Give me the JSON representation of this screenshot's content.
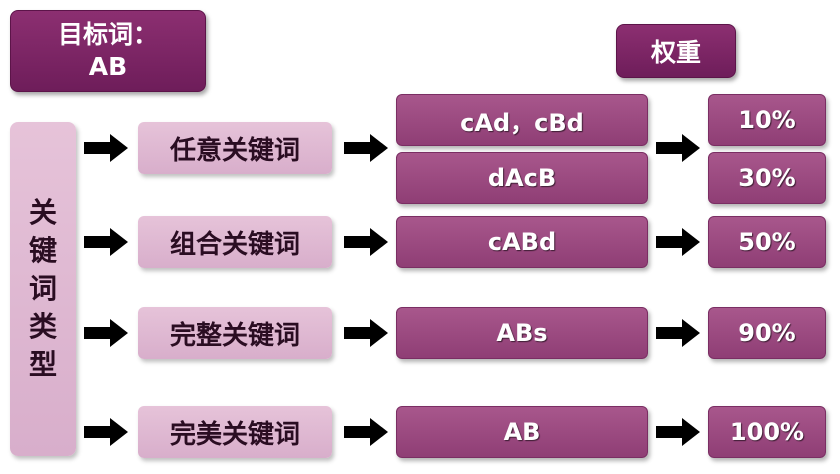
{
  "target": {
    "label": "目标词：",
    "value": "AB"
  },
  "weight_header": "权重",
  "category_label": [
    "关",
    "键",
    "词",
    "类",
    "型"
  ],
  "rows": [
    {
      "type": "任意关键词",
      "examples": [
        "cAd，cBd",
        "dAcB"
      ],
      "weights": [
        "10%",
        "30%"
      ]
    },
    {
      "type": "组合关键词",
      "examples": [
        "cABd"
      ],
      "weights": [
        "50%"
      ]
    },
    {
      "type": "完整关键词",
      "examples": [
        "ABs"
      ],
      "weights": [
        "90%"
      ]
    },
    {
      "type": "完美关键词",
      "examples": [
        "AB"
      ],
      "weights": [
        "100%"
      ]
    }
  ],
  "colors": {
    "dark": "#7a2364",
    "light": "#deb8d1",
    "mid": "#9a4a80",
    "arrow": "#000000"
  }
}
